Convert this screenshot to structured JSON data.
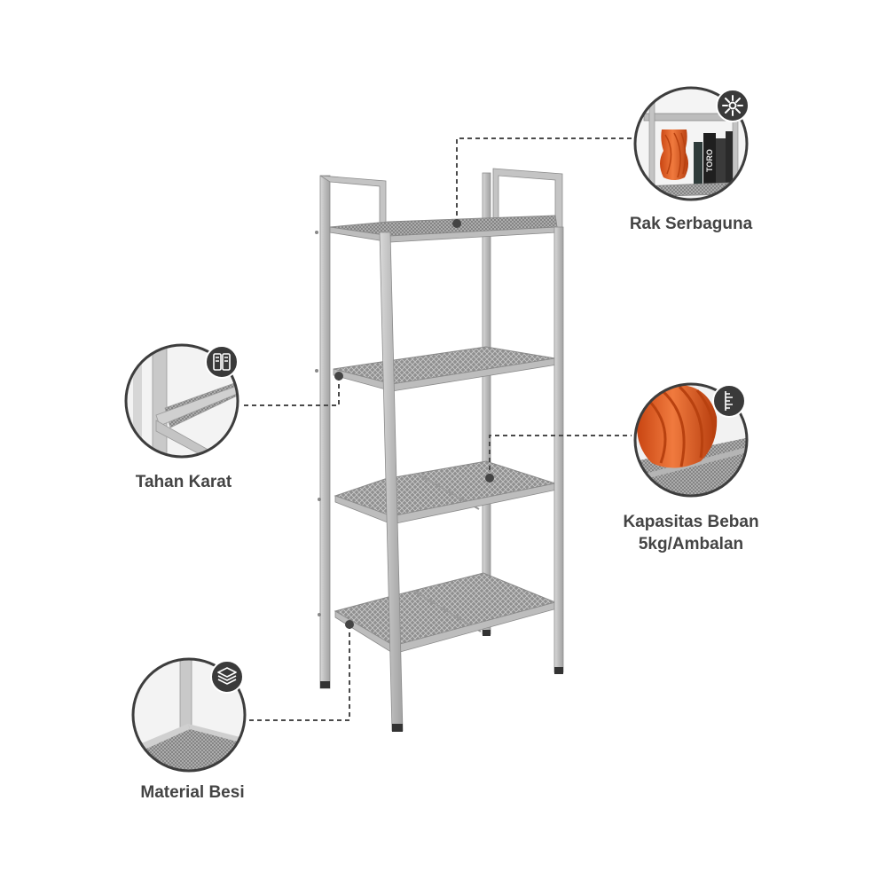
{
  "features": [
    {
      "id": "rak-serbaguna",
      "label": "Rak Serbaguna",
      "icon": "multipurpose-icon"
    },
    {
      "id": "tahan-karat",
      "label": "Tahan Karat",
      "icon": "rust-resistant-icon"
    },
    {
      "id": "kapasitas-beban",
      "label_line1": "Kapasitas Beban",
      "label_line2": "5kg/Ambalan",
      "icon": "weight-capacity-icon"
    },
    {
      "id": "material-besi",
      "label": "Material Besi",
      "icon": "layers-icon"
    }
  ],
  "books": {
    "spine_text": "TORO"
  },
  "colors": {
    "frame": "#bdbdbd",
    "frame_shadow": "#9a9a9a",
    "mesh": "#a9a9a9",
    "callout_line": "#4a4a4a",
    "circle_border": "#3d3d3d",
    "badge": "#3a3a3a",
    "vase": "#e8622a",
    "label_text": "#444444"
  }
}
